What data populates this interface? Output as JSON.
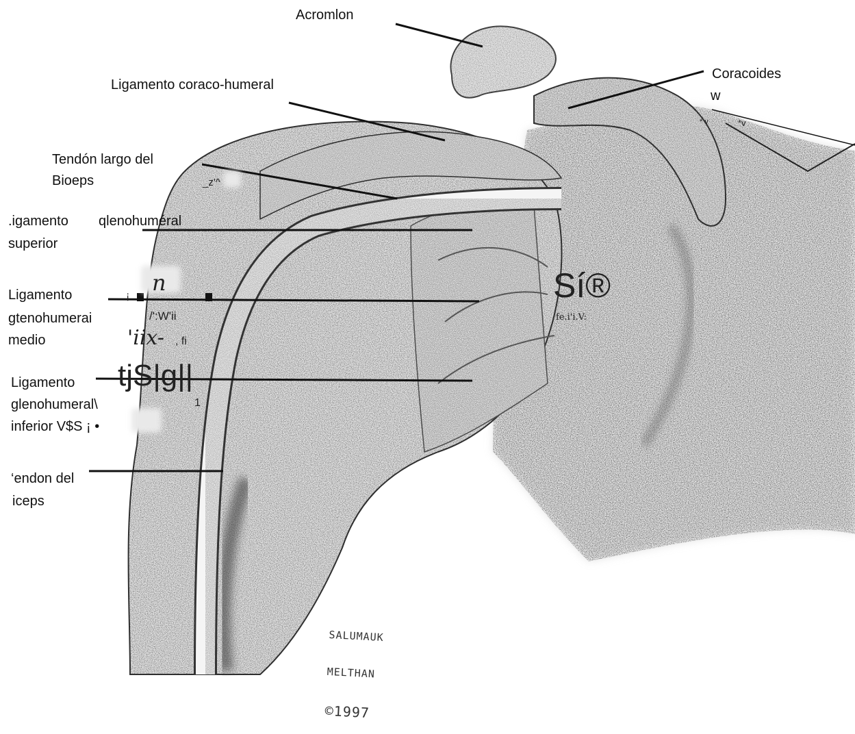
{
  "labels": {
    "acromion": "Acromlon",
    "coracoides": "Coracoides",
    "coracoides_w": "w",
    "lig_coraco": "Ligamento coraco-humeral",
    "tendon_largo_1": "Tendón largo del",
    "tendon_largo_2": "Bioeps",
    "lig_sup_1": ".igamento",
    "lig_sup_1b": "qlenohuméral",
    "lig_sup_2": "superior",
    "lig_med_1": "Ligamento",
    "lig_med_2": "gtenohumerai",
    "lig_med_3": "medio",
    "lig_inf_1": "Ligamento",
    "lig_inf_2": "glenohumeral\\",
    "lig_inf_3": "inferior V$S ¡ •",
    "tendon_bic_1": "‘endon del",
    "tendon_bic_2": "iceps"
  },
  "artifacts": {
    "a_z": "_z'^",
    "a_v1": "* v",
    "a_v2": "*v",
    "a_i": "¡",
    "a_n": "n",
    "a_w": "/':W'ii",
    "a_iix": "'iix-",
    "a_fi": ", fi",
    "a_tjs": "tjS|g||",
    "a_1": "1",
    "a_si": "Sí®",
    "a_fe": "fe.i'i.V:"
  },
  "signature": {
    "line1": "SALUMAUK",
    "line2": "MELTHAN",
    "line3": "©1997"
  }
}
